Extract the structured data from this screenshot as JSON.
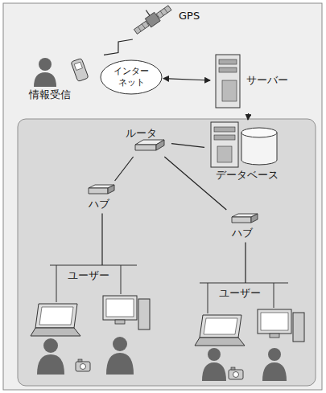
{
  "diagram": {
    "nodes": [
      {
        "text": [
          "情報受信"
        ]
      },
      {
        "text": [
          "GPS"
        ]
      },
      {
        "text": [
          "インターネット"
        ]
      },
      {
        "text": [
          "サーバー"
        ]
      },
      {
        "text": [
          "データベース"
        ]
      },
      {
        "text": [
          "ルータ"
        ]
      },
      {
        "text": [
          "ハブ"
        ]
      },
      {
        "text": [
          "ハブ"
        ]
      },
      {
        "text": [
          "ユーザー"
        ]
      },
      {
        "text": [
          "ユーザー"
        ]
      }
    ],
    "edges": [
      {
        "from": 1,
        "to": 0,
        "arrow": "none"
      },
      {
        "from": 2,
        "to": 3,
        "arrow": "both"
      },
      {
        "from": 3,
        "to": 4,
        "arrow": "to"
      },
      {
        "from": 5,
        "to": 4,
        "arrow": "none"
      },
      {
        "from": 5,
        "to": 6,
        "arrow": "none"
      },
      {
        "from": 5,
        "to": 7,
        "arrow": "none"
      },
      {
        "from": 6,
        "to": 8,
        "arrow": "none"
      },
      {
        "from": 7,
        "to": 9,
        "arrow": "none"
      }
    ]
  }
}
